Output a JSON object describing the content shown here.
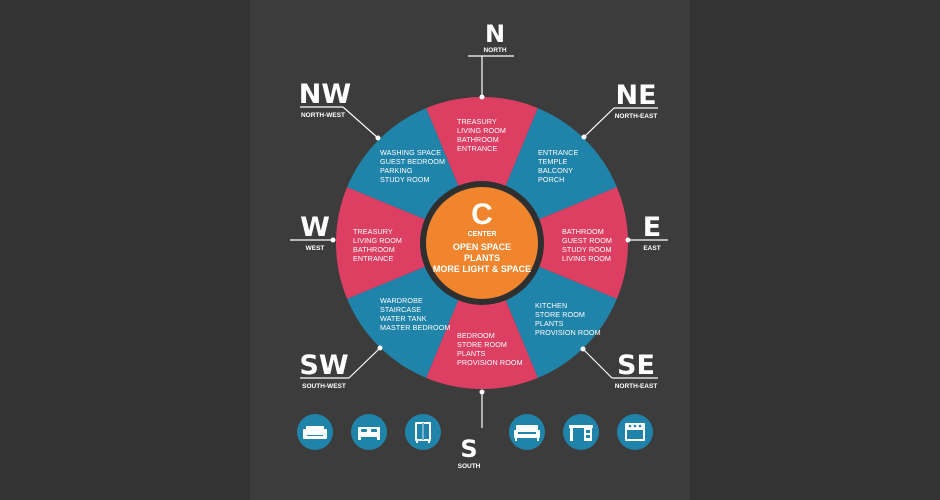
{
  "colors": {
    "background": "#333333",
    "band": "#3c3c3c",
    "pink": "#dd3f62",
    "blue": "#1f83aa",
    "center": "#f0852e",
    "ring": "#2f2f2f",
    "text": "#ffffff"
  },
  "center": {
    "letter": "C",
    "label": "CENTER",
    "lines": [
      "OPEN SPACE",
      "PLANTS",
      "MORE LIGHT & SPACE"
    ]
  },
  "directions": [
    {
      "key": "n",
      "abbr": "N",
      "name": "NORTH",
      "items": [
        "TREASURY",
        "LIVING ROOM",
        "BATHROOM",
        "ENTRANCE"
      ]
    },
    {
      "key": "ne",
      "abbr": "NE",
      "name": "NORTH-EAST",
      "items": [
        "ENTRANCE",
        "TEMPLE",
        "BALCONY",
        "PORCH"
      ]
    },
    {
      "key": "e",
      "abbr": "E",
      "name": "EAST",
      "items": [
        "BATHROOM",
        "GUEST ROOM",
        "STUDY ROOM",
        "LIVING ROOM"
      ]
    },
    {
      "key": "se",
      "abbr": "SE",
      "name": "NORTH-EAST",
      "items": [
        "KITCHEN",
        "STORE ROOM",
        "PLANTS",
        "PROVISION ROOM"
      ]
    },
    {
      "key": "s",
      "abbr": "S",
      "name": "SOUTH",
      "items": [
        "BEDROOM",
        "STORE ROOM",
        "PLANTS",
        "PROVISION ROOM"
      ]
    },
    {
      "key": "sw",
      "abbr": "SW",
      "name": "SOUTH-WEST",
      "items": [
        "WARDROBE",
        "STAIRCASE",
        "WATER TANK",
        "MASTER BEDROOM"
      ]
    },
    {
      "key": "w",
      "abbr": "W",
      "name": "WEST",
      "items": [
        "TREASURY",
        "LIVING ROOM",
        "BATHROOM",
        "ENTRANCE"
      ]
    },
    {
      "key": "nw",
      "abbr": "NW",
      "name": "NORTH-WEST",
      "items": [
        "WASHING SPACE",
        "GUEST BEDROOM",
        "PARKING",
        "STUDY ROOM"
      ]
    }
  ],
  "icons": [
    "armchair-icon",
    "bed-icon",
    "wardrobe-icon",
    "sofa-icon",
    "desk-icon",
    "stove-icon"
  ]
}
